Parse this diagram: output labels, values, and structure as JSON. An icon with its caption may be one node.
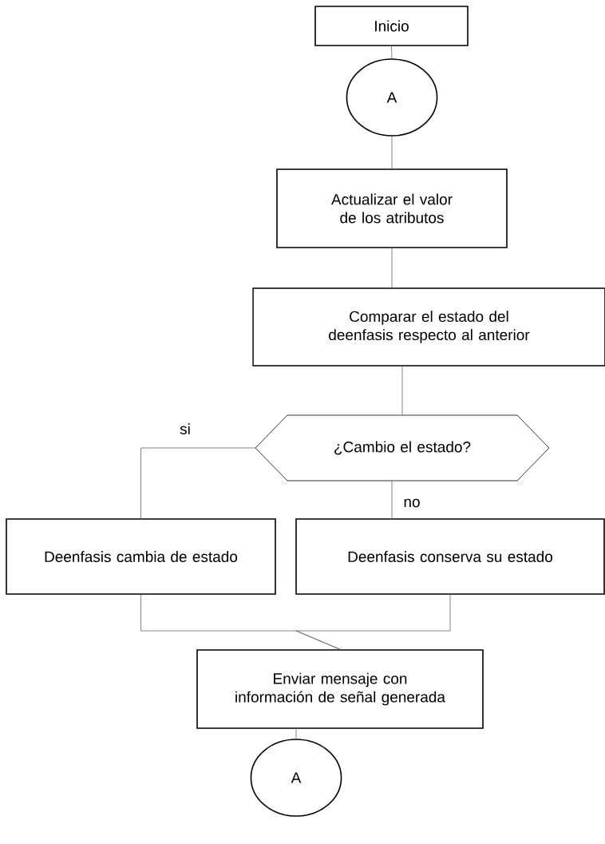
{
  "diagram": {
    "nodes": [
      {
        "text": [
          "Inicio"
        ]
      },
      {
        "text": [
          "A"
        ]
      },
      {
        "text": [
          "Actualizar el valor de los atributos"
        ]
      },
      {
        "text": [
          "Comparar el estado del deenfasis respecto al anterior"
        ]
      },
      {
        "text": [
          "¿Cambio el estado?"
        ]
      },
      {
        "text": [
          "Deenfasis cambia de estado"
        ]
      },
      {
        "text": [
          "Deenfasis conserva su estado"
        ]
      },
      {
        "text": [
          "Enviar mensaje con información de señal generada"
        ]
      },
      {
        "text": [
          "A"
        ]
      }
    ],
    "edges": [
      {
        "from": 0,
        "to": 1,
        "arrow": "none"
      },
      {
        "from": 1,
        "to": 2,
        "arrow": "none"
      },
      {
        "from": 2,
        "to": 3,
        "arrow": "none"
      },
      {
        "from": 3,
        "to": 4,
        "arrow": "none"
      },
      {
        "from": 4,
        "to": 5,
        "arrow": "none",
        "label": "si"
      },
      {
        "from": 4,
        "to": 6,
        "arrow": "none",
        "label": "no"
      },
      {
        "from": 5,
        "to": 7,
        "arrow": "none"
      },
      {
        "from": 6,
        "to": 7,
        "arrow": "none"
      },
      {
        "from": 7,
        "to": 8,
        "arrow": "none"
      }
    ]
  }
}
